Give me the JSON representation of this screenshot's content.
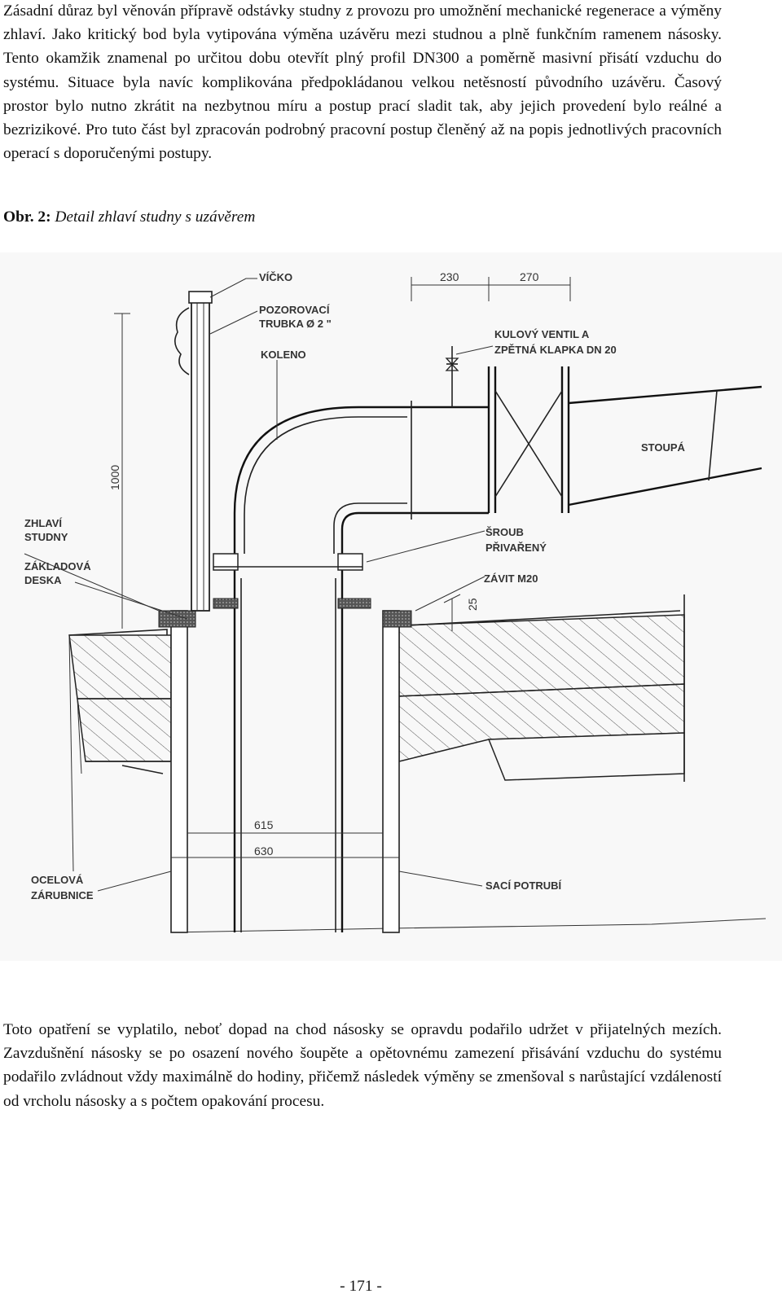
{
  "paragraph1": "Zásadní důraz byl věnován přípravě odstávky studny z provozu pro umožnění mechanické regenerace a výměny zhlaví. Jako kritický bod byla vytipována výměna uzávěru mezi studnou a plně funkčním ramenem násosky. Tento okamžik znamenal po určitou dobu otevřít plný profil DN300 a poměrně masivní přisátí vzduchu do systému. Situace byla navíc komplikována předpokládanou velkou netěsností původního uzávěru. Časový prostor bylo nutno zkrátit na nezbytnou míru a postup prací sladit tak, aby jejich provedení bylo reálné a bezrizikové. Pro tuto část byl zpracován podrobný pracovní postup členěný až na popis jednotlivých pracovních operací s doporučenými postupy.",
  "caption": {
    "prefix": "Obr. 2:",
    "title": "Detail zhlaví studny s uzávěrem"
  },
  "figure": {
    "labels": {
      "vicko": "VÍČKO",
      "pozorovaci1": "POZOROVACÍ",
      "pozorovaci2": "TRUBKA Ø 2 \"",
      "koleno": "KOLENO",
      "ventil1": "KULOVÝ VENTIL A",
      "ventil2": "ZPĚTNÁ KLAPKA DN 20",
      "stoupa": "STOUPÁ",
      "zhlavi1": "ZHLAVÍ",
      "zhlavi2": "STUDNY",
      "zakladova1": "ZÁKLADOVÁ",
      "zakladova2": "DESKA",
      "sroub1": "ŠROUB",
      "sroub2": "PŘIVAŘENÝ",
      "zavit": "ZÁVIT M20",
      "ocelova1": "OCELOVÁ",
      "ocelova2": "ZÁRUBNICE",
      "saci": "SACÍ POTRUBÍ"
    },
    "dimensions": {
      "d230": "230",
      "d270": "270",
      "d1000": "1000",
      "d25": "25",
      "d615": "615",
      "d630": "630"
    }
  },
  "paragraph2": "Toto opatření se vyplatilo, neboť dopad na chod násosky se opravdu podařilo udržet v přijatelných mezích. Zavzdušnění násosky se po osazení nového šoupěte a opětovnému zamezení přisávání vzduchu do systému podařilo zvládnout vždy maximálně do hodiny, přičemž následek výměny se zmenšoval s narůstající vzdáleností od vrcholu násosky a s počtem opakování procesu.",
  "page_number": "- 171 -"
}
